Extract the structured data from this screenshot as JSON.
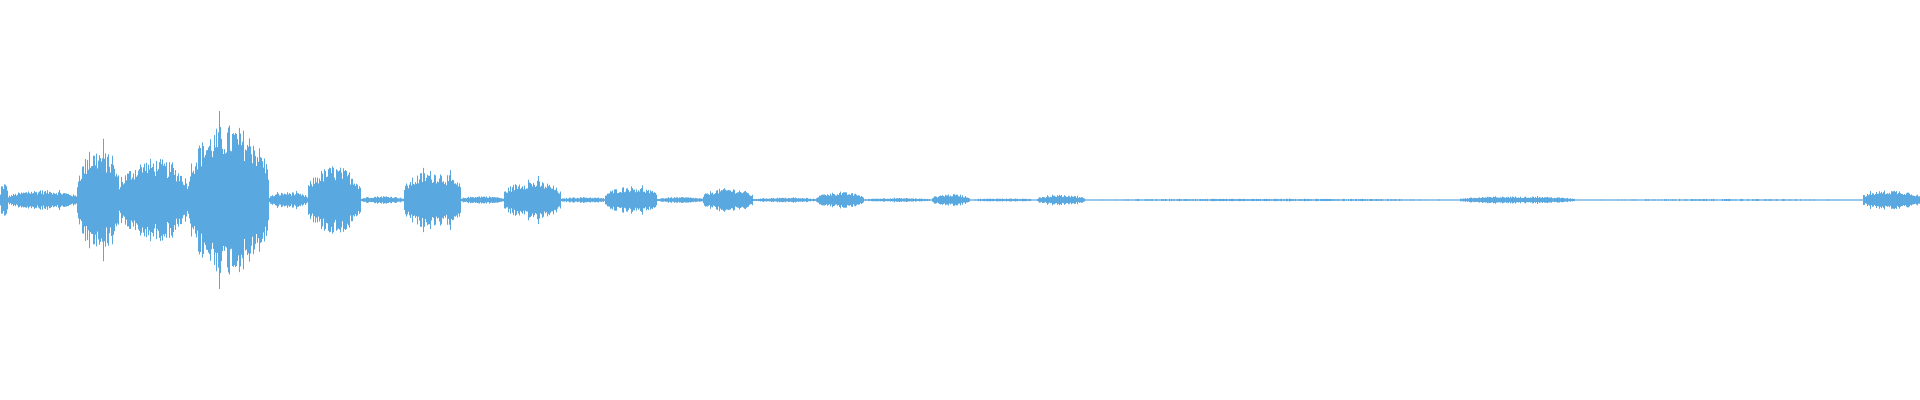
{
  "waveform": {
    "color": "#5aa8e0",
    "background": "#ffffff",
    "segments": [
      {
        "start": 0.0,
        "end": 0.004,
        "amp": 0.09
      },
      {
        "start": 0.004,
        "end": 0.04,
        "amp": 0.05
      },
      {
        "start": 0.04,
        "end": 0.062,
        "amp": 0.26
      },
      {
        "start": 0.062,
        "end": 0.098,
        "amp": 0.21
      },
      {
        "start": 0.098,
        "end": 0.14,
        "amp": 0.38
      },
      {
        "start": 0.14,
        "end": 0.16,
        "amp": 0.04
      },
      {
        "start": 0.16,
        "end": 0.188,
        "amp": 0.17
      },
      {
        "start": 0.188,
        "end": 0.21,
        "amp": 0.02
      },
      {
        "start": 0.21,
        "end": 0.24,
        "amp": 0.15
      },
      {
        "start": 0.24,
        "end": 0.262,
        "amp": 0.02
      },
      {
        "start": 0.262,
        "end": 0.292,
        "amp": 0.1
      },
      {
        "start": 0.292,
        "end": 0.315,
        "amp": 0.015
      },
      {
        "start": 0.315,
        "end": 0.342,
        "amp": 0.07
      },
      {
        "start": 0.342,
        "end": 0.366,
        "amp": 0.015
      },
      {
        "start": 0.366,
        "end": 0.392,
        "amp": 0.06
      },
      {
        "start": 0.392,
        "end": 0.425,
        "amp": 0.012
      },
      {
        "start": 0.425,
        "end": 0.45,
        "amp": 0.04
      },
      {
        "start": 0.45,
        "end": 0.485,
        "amp": 0.01
      },
      {
        "start": 0.485,
        "end": 0.505,
        "amp": 0.03
      },
      {
        "start": 0.505,
        "end": 0.54,
        "amp": 0.008
      },
      {
        "start": 0.54,
        "end": 0.565,
        "amp": 0.025
      },
      {
        "start": 0.565,
        "end": 0.76,
        "amp": 0.006
      },
      {
        "start": 0.76,
        "end": 0.82,
        "amp": 0.018
      },
      {
        "start": 0.82,
        "end": 0.97,
        "amp": 0.005
      },
      {
        "start": 0.97,
        "end": 1.0,
        "amp": 0.05
      }
    ]
  }
}
